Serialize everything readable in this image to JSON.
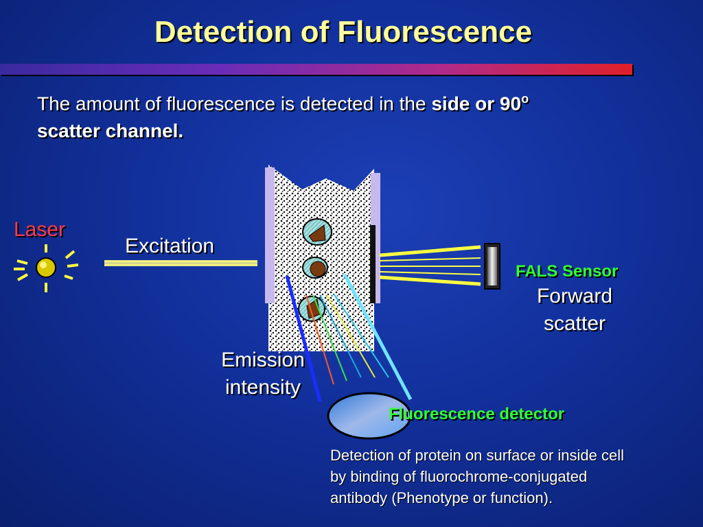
{
  "slide": {
    "title": "Detection of Fluorescence",
    "intro_text": "The amount of fluorescence is detected in the ",
    "intro_bold": "side or 90",
    "intro_sup": "o",
    "intro_bold2": "scatter channel."
  },
  "labels": {
    "laser": "Laser",
    "excitation": "Excitation",
    "fals_sensor": "FALS Sensor",
    "forward_scatter_line1": "Forward",
    "forward_scatter_line2": "scatter",
    "emission_line1": "Emission",
    "emission_line2": "intensity",
    "fluorescence_detector": "Fluorescence detector"
  },
  "description": {
    "line1": "Detection of protein on surface or inside cell",
    "line2": "by binding of fluorochrome-conjugated",
    "line3": "antibody (Phenotype or function)."
  },
  "colors": {
    "title": "#ffff9a",
    "laser_label": "#ff3a4a",
    "sensor_label": "#33ff33",
    "beam": "#ffff40",
    "background": "#12309b"
  },
  "icons": {
    "laser": "laser-source-icon",
    "cell": "cell-icon",
    "detector": "lens-detector-icon",
    "sensor": "fals-sensor-icon"
  }
}
